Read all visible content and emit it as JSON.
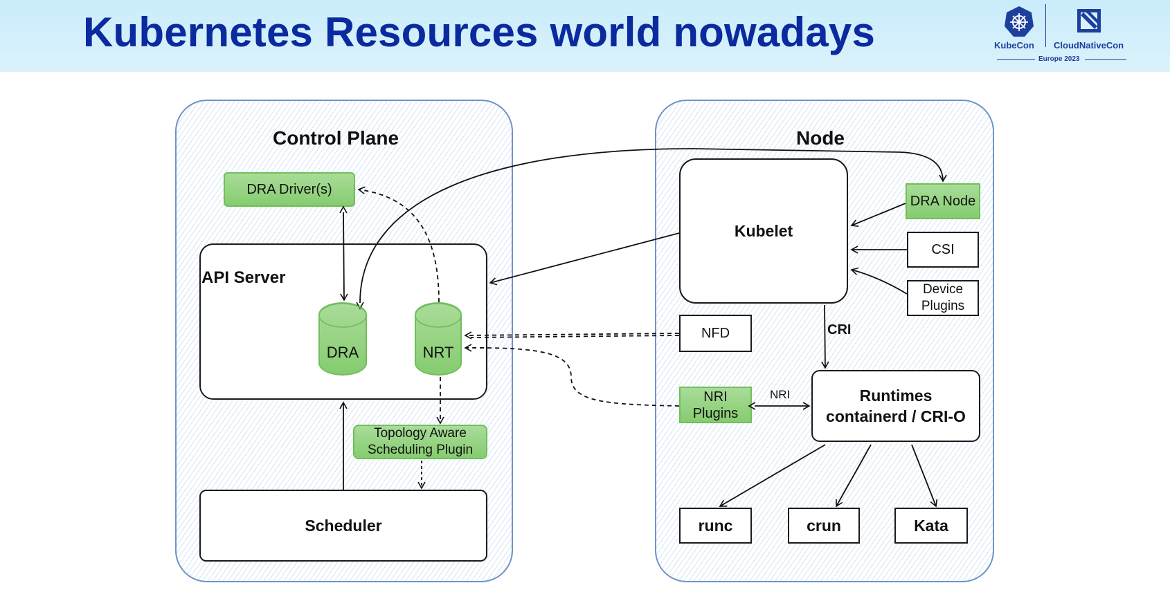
{
  "slide": {
    "title": "Kubernetes Resources world nowadays"
  },
  "logo": {
    "kubecon_label": "KubeCon",
    "cloudnativecon_label": "CloudNativeCon",
    "event_label": "Europe 2023"
  },
  "control_plane": {
    "title": "Control Plane",
    "dra_drivers": "DRA Driver(s)",
    "api_server": "API Server",
    "dra_db": "DRA",
    "nrt_db": "NRT",
    "topology_plugin_line1": "Topology Aware",
    "topology_plugin_line2": "Scheduling Plugin",
    "scheduler": "Scheduler"
  },
  "node": {
    "title": "Node",
    "kubelet": "Kubelet",
    "dra_node": "DRA Node",
    "csi": "CSI",
    "device_plugins_line1": "Device",
    "device_plugins_line2": "Plugins",
    "nfd": "NFD",
    "cri_label": "CRI",
    "nri_plugins_line1": "NRI",
    "nri_plugins_line2": "Plugins",
    "nri_label": "NRI",
    "runtimes_line1": "Runtimes",
    "runtimes_line2": "containerd / CRI-O",
    "runc": "runc",
    "crun": "crun",
    "kata": "Kata"
  },
  "colors": {
    "title_blue": "#0a2a9e",
    "panel_border": "#6c93c8",
    "component_green": "#8fd07a"
  }
}
